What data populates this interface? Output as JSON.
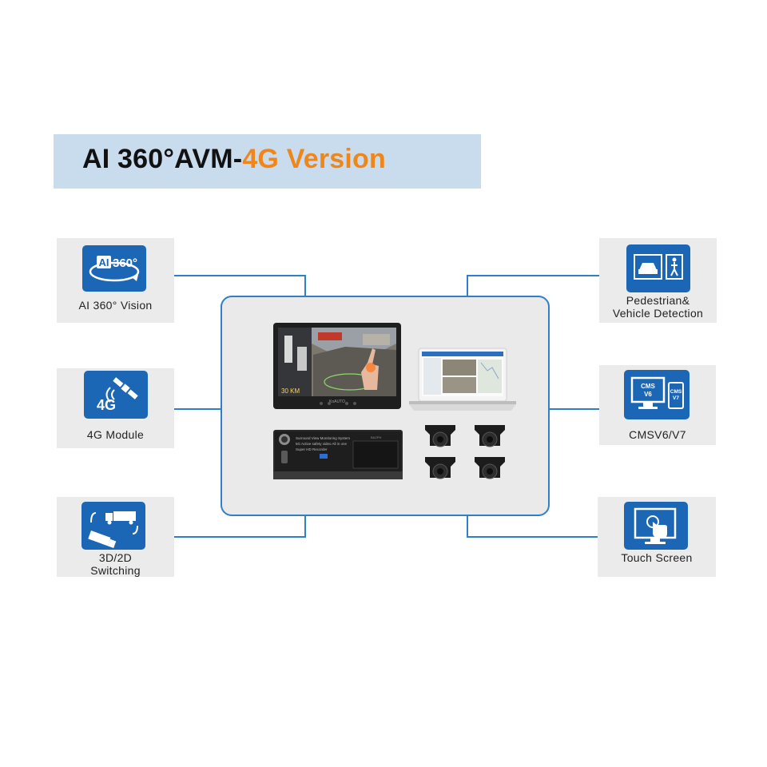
{
  "title": {
    "main": "AI 360°AVM-",
    "accent": "4G Version"
  },
  "colors": {
    "accent": "#f08518",
    "icon_blue": "#1b66b5",
    "line_blue": "#2f7fc9",
    "title_band": "#c9dcee"
  },
  "features_left": [
    {
      "label": "AI 360° Vision",
      "icon": "ai360-icon",
      "icon_text": "AI360°"
    },
    {
      "label": "4G Module",
      "icon": "4g-satellite-icon",
      "icon_text": "4G"
    },
    {
      "label_lines": [
        "3D/2D",
        "Switching"
      ],
      "icon": "3d-2d-switch-icon"
    }
  ],
  "features_right": [
    {
      "label_lines": [
        "Pedestrian&",
        "Vehicle Detection"
      ],
      "icon": "pedestrian-vehicle-icon"
    },
    {
      "label": "CMSV6/V7",
      "icon": "cmsv-monitor-icon",
      "icon_text": [
        "CMS V6",
        "CMS V7"
      ]
    },
    {
      "label": "Touch Screen",
      "icon": "touch-screen-icon"
    }
  ],
  "product_text": {
    "monitor_brand": "KoAUTO",
    "monitor_overlay": "30 KM",
    "recorder_lines": [
      "Surround View Monitoring System",
      "5G Active safety video All in one",
      "Super HD  Recorder"
    ],
    "recorder_badge": "BAZPH"
  }
}
